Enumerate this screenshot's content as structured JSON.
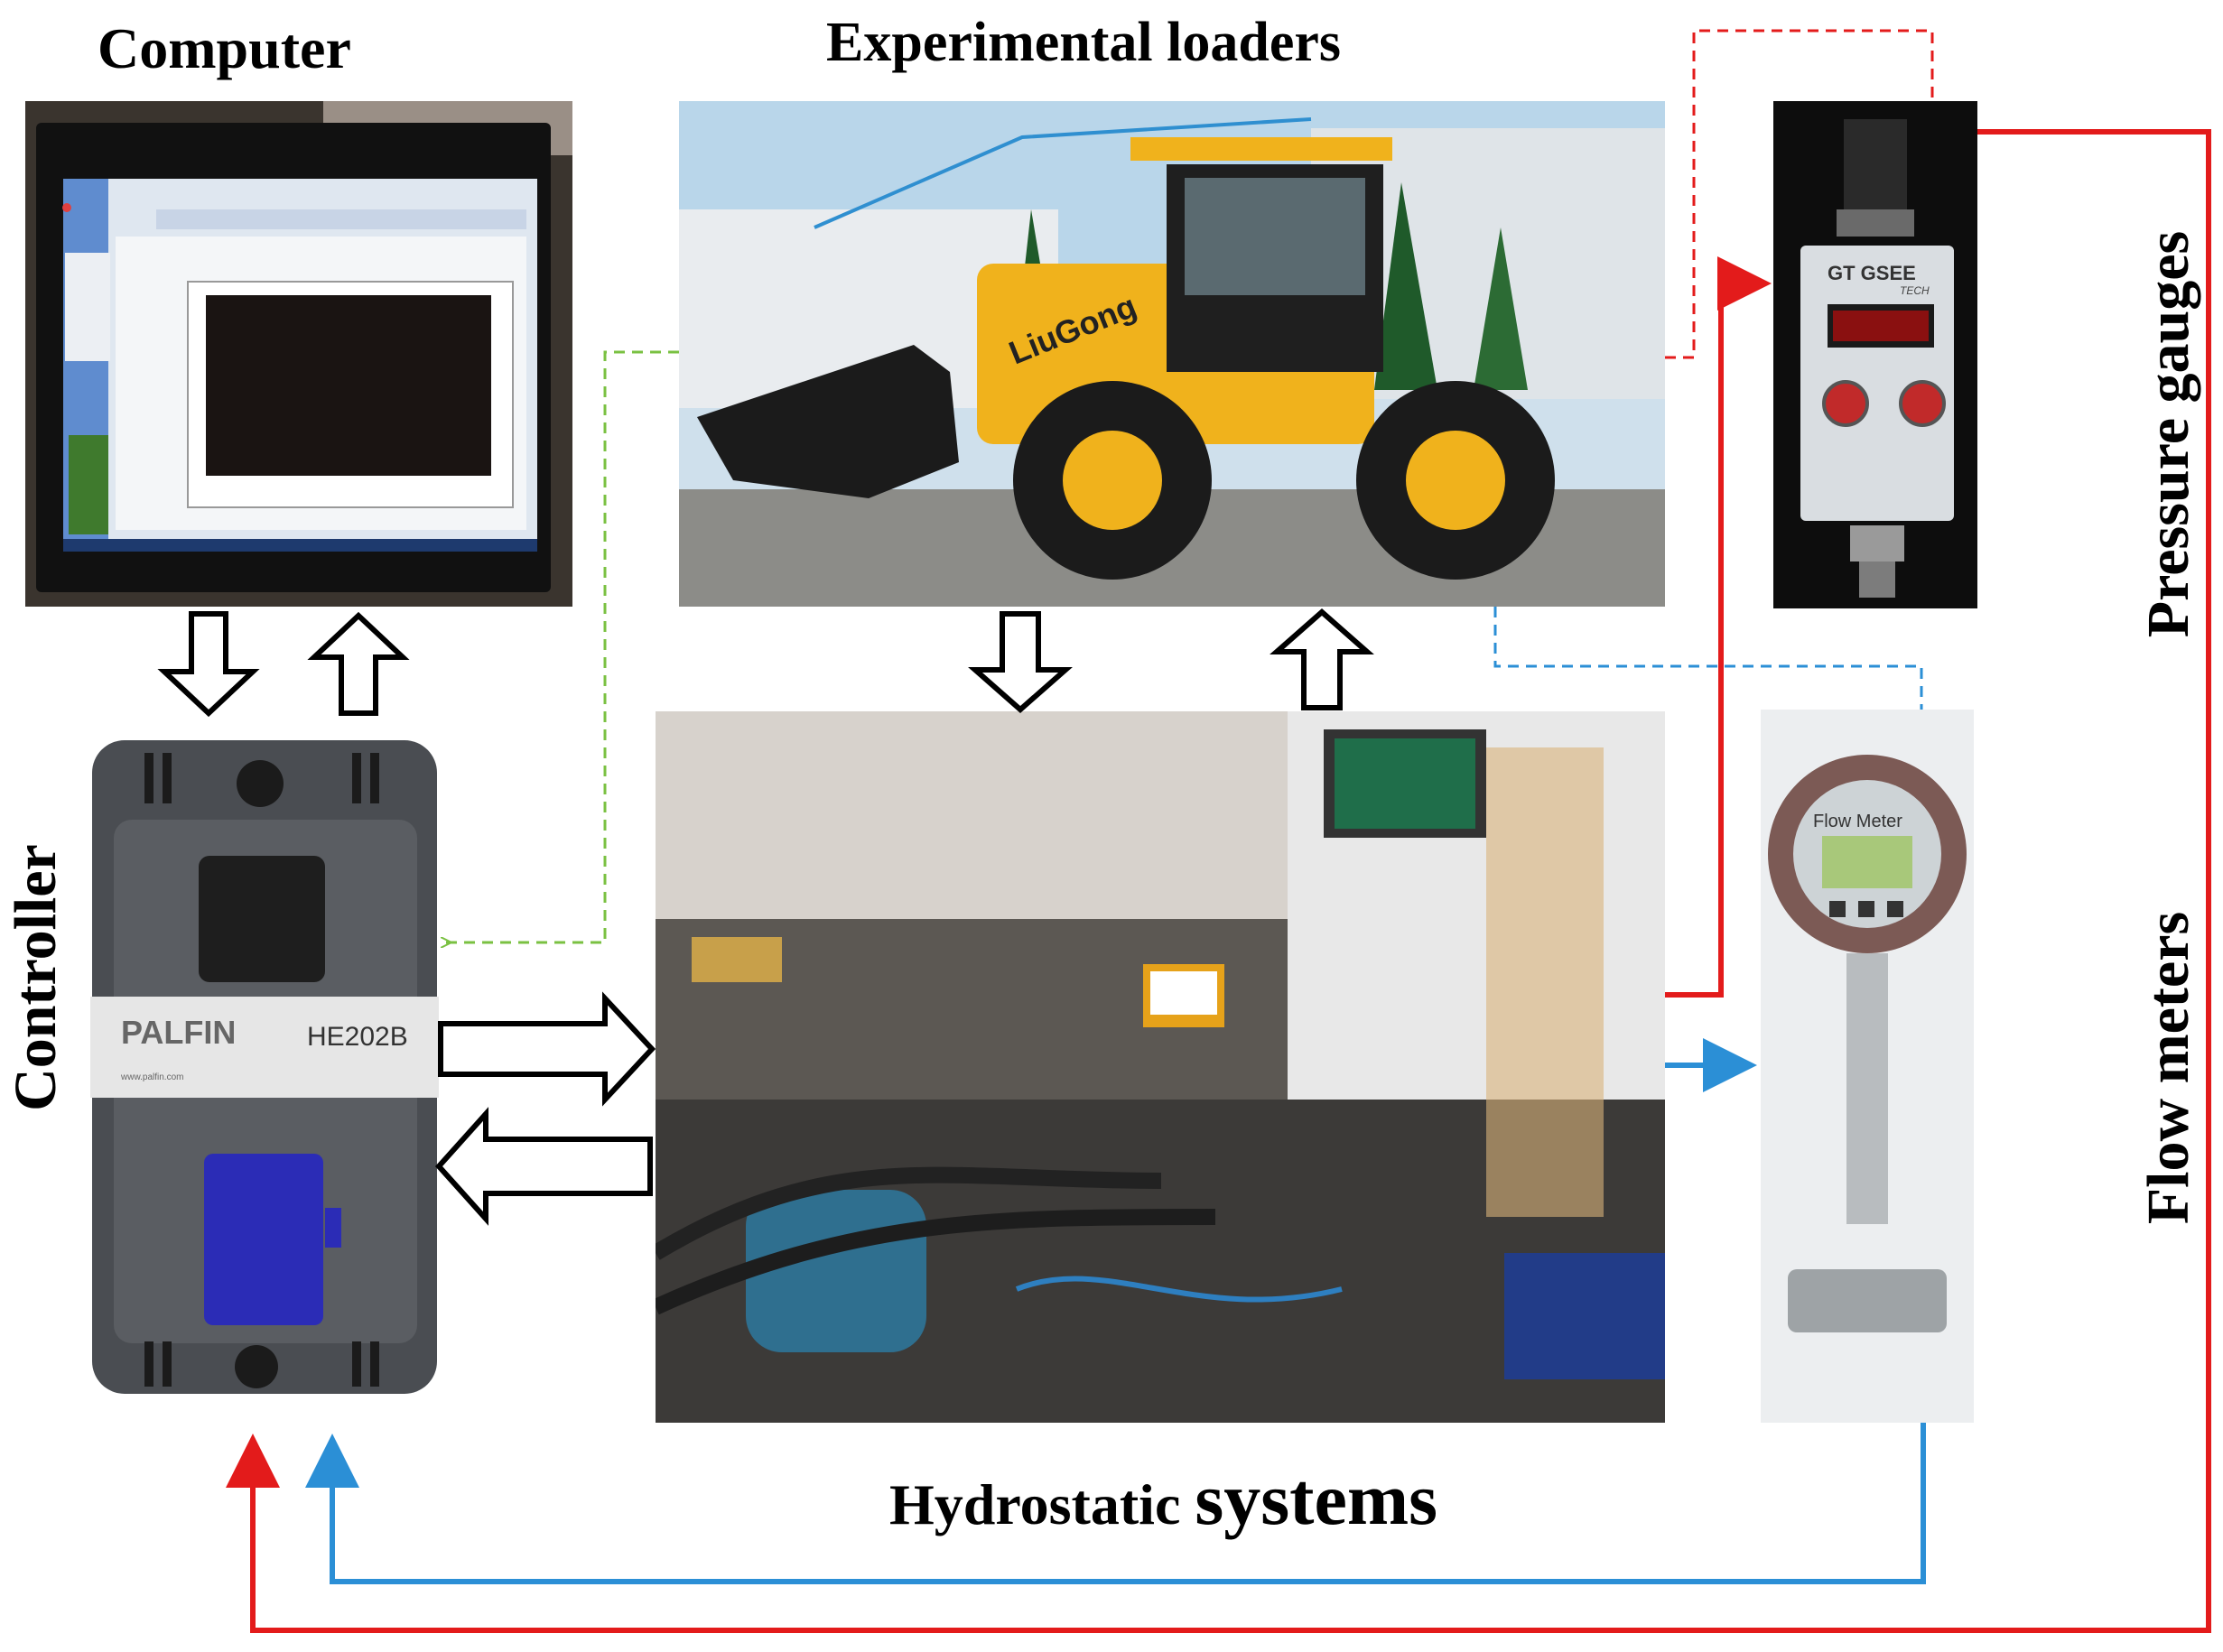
{
  "titles": {
    "computer": "Computer",
    "experimental_loaders": "Experimental loaders",
    "controller": "Controller",
    "hydrostatic_a": "Hydrostatic",
    "hydrostatic_b": "systems",
    "pressure_gauges": "Pressure gauges",
    "flow_meters": "Flow meters"
  },
  "photo_labels": {
    "loader_brand": "LiuGong",
    "controller_brand": "PALFIN",
    "controller_model": "HE202B",
    "controller_url": "www.palfin.com",
    "gauge_brand": "GT GSEE",
    "gauge_brand_sub": "TECH",
    "flow_meter_label": "Flow Meter"
  },
  "colors": {
    "red_line": "#e31b1b",
    "blue_line": "#2b8fd6",
    "green_dash": "#7ac142",
    "arrow_outline": "#000000"
  }
}
